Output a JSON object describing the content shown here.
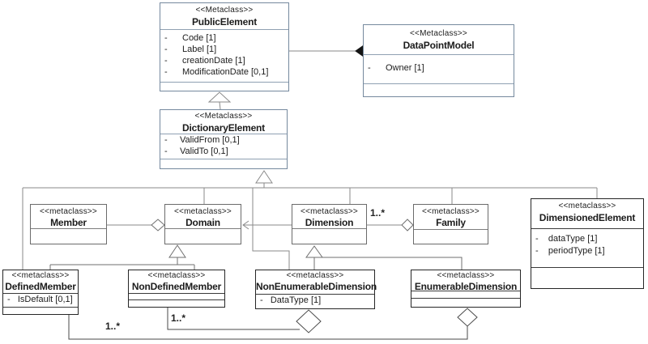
{
  "classes": {
    "public_element": {
      "stereotype": "<<Metaclass>>",
      "name": "PublicElement",
      "attributes": [
        "-      Code [1]",
        "-      Label [1]",
        "-      creationDate [1]",
        "-      ModificationDate [0,1]"
      ]
    },
    "data_point_model": {
      "stereotype": "<<Metaclass>>",
      "name": "DataPointModel",
      "attributes": [
        "-      Owner [1]"
      ]
    },
    "dictionary_element": {
      "stereotype": "<<Metaclass>>",
      "name": "DictionaryElement",
      "attributes": [
        "-     ValidFrom [0,1]",
        "-     ValidTo [0,1]"
      ]
    },
    "member": {
      "stereotype": "<<metaclass>>",
      "name": "Member"
    },
    "domain": {
      "stereotype": "<<metaclass>>",
      "name": "Domain"
    },
    "dimension": {
      "stereotype": "<<metaclass>>",
      "name": "Dimension"
    },
    "family": {
      "stereotype": "<<metaclass>>",
      "name": "Family"
    },
    "dimensioned_element": {
      "stereotype": "<<metaclass>>",
      "name": "DimensionedElement",
      "attributes": [
        "-    dataType [1]",
        "-    periodType [1]"
      ]
    },
    "defined_member": {
      "stereotype": "<<metaclass>>",
      "name": "DefinedMember",
      "attributes": [
        "-   IsDefault [0,1]"
      ]
    },
    "non_defined_member": {
      "stereotype": "<<metaclass>>",
      "name": "NonDefinedMember"
    },
    "non_enumerable_dimension": {
      "stereotype": "<<metaclass>>",
      "name": "NonEnumerableDimension",
      "attributes": [
        "-   DataType [1]"
      ]
    },
    "enumerable_dimension": {
      "stereotype": "<<metaclass>>",
      "name": "EnumerableDimension"
    }
  },
  "multiplicities": {
    "dimension_family": "1..*",
    "defined_member": "1..*",
    "non_defined_member": "1..*"
  },
  "colors": {
    "top_border": "#75899e",
    "mid_border": "#6b6b6b",
    "bottom_border": "#262626",
    "wire": "#8a8a8a"
  }
}
